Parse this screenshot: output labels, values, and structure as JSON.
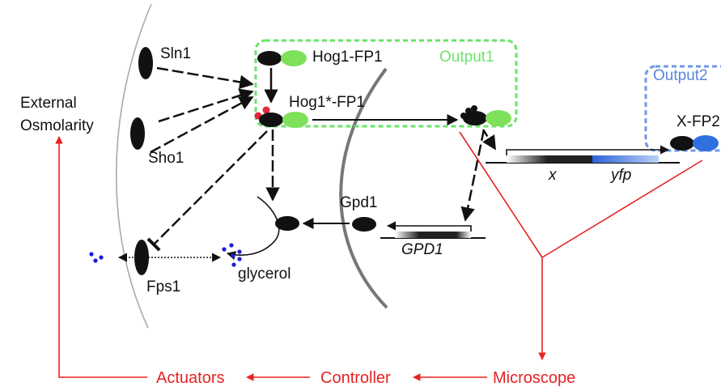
{
  "labels": {
    "external_osmolarity_line1": "External",
    "external_osmolarity_line2": "Osmolarity",
    "sln1": "Sln1",
    "sho1": "Sho1",
    "fps1": "Fps1",
    "hog1_fp1": "Hog1-FP1",
    "hog1_star_fp1": "Hog1*-FP1",
    "gpd1_protein": "Gpd1",
    "gpd1_gene": "GPD1",
    "glycerol": "glycerol",
    "x_fp2": "X-FP2",
    "gene_x": "x",
    "gene_yfp": "yfp"
  },
  "boxes": {
    "output1": "Output1",
    "output2": "Output2"
  },
  "loop": {
    "actuators": "Actuators",
    "controller": "Controller",
    "microscope": "Microscope"
  },
  "colors": {
    "output1": "#6be36b",
    "output2": "#6f97e6",
    "loop": "#e52222",
    "fp_green": "#7fe05a",
    "fp_blue": "#2f6fe0",
    "glycerol_dots": "#1a1adf",
    "phospho": "#e2283a"
  }
}
